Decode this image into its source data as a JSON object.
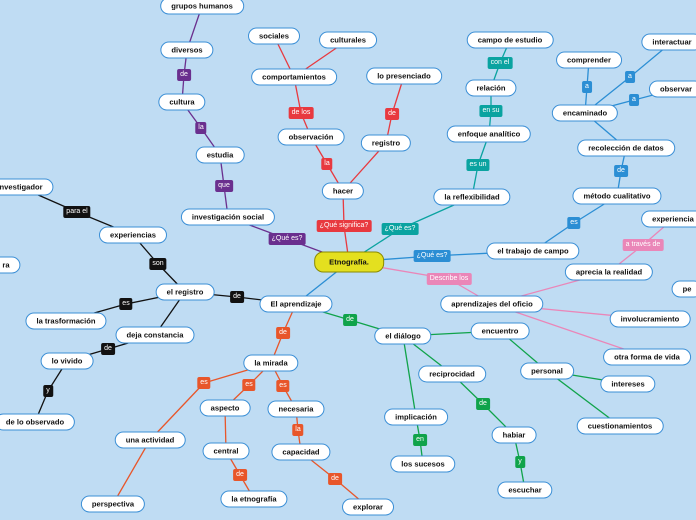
{
  "colors": {
    "red": "#e8393f",
    "teal": "#0aa3a0",
    "blue": "#2b8ed4",
    "pink": "#ea86b8",
    "green": "#10a34a",
    "orange": "#e8562a",
    "black": "#111111",
    "purple": "#6a2f8e"
  },
  "nodes": [
    {
      "id": "root",
      "label": "Etnografía.",
      "root": true
    },
    {
      "id": "hacer",
      "label": "hacer"
    },
    {
      "id": "observacion",
      "label": "observación"
    },
    {
      "id": "registro",
      "label": "registro"
    },
    {
      "id": "comportamientos",
      "label": "comportamientos"
    },
    {
      "id": "sociales",
      "label": "sociales"
    },
    {
      "id": "culturales",
      "label": "culturales"
    },
    {
      "id": "presenciado",
      "label": "lo presenciado"
    },
    {
      "id": "reflexibilidad",
      "label": "la reflexibilidad"
    },
    {
      "id": "enfoque",
      "label": "enfoque analítico"
    },
    {
      "id": "relacion",
      "label": "relación"
    },
    {
      "id": "campo",
      "label": "campo de estudio"
    },
    {
      "id": "trabajo",
      "label": "el trabajo de campo"
    },
    {
      "id": "metodo",
      "label": "método cualitativo"
    },
    {
      "id": "recoleccion",
      "label": "recolección de datos"
    },
    {
      "id": "encaminado",
      "label": "encaminado"
    },
    {
      "id": "comprender",
      "label": "comprender"
    },
    {
      "id": "interactuar",
      "label": "interactuar"
    },
    {
      "id": "observar",
      "label": "observar"
    },
    {
      "id": "experiencia",
      "label": "experiencia"
    },
    {
      "id": "aprecia",
      "label": "aprecia la realidad"
    },
    {
      "id": "aprendizajes",
      "label": "aprendizajes del oficio"
    },
    {
      "id": "involucramiento",
      "label": "involucramiento"
    },
    {
      "id": "otraforma",
      "label": "otra forma de vida"
    },
    {
      "id": "pe",
      "label": "pe"
    },
    {
      "id": "investigacion",
      "label": "investigación social"
    },
    {
      "id": "estudia",
      "label": "estudia"
    },
    {
      "id": "cultura",
      "label": "cultura"
    },
    {
      "id": "diversos",
      "label": "diversos"
    },
    {
      "id": "grupos",
      "label": "grupos humanos"
    },
    {
      "id": "aprendizaje",
      "label": "El aprendizaje"
    },
    {
      "id": "elregistro",
      "label": "el registro"
    },
    {
      "id": "experiencias",
      "label": "experiencias"
    },
    {
      "id": "investigador",
      "label": "investigador"
    },
    {
      "id": "ra",
      "label": "ra"
    },
    {
      "id": "transformacion",
      "label": "la trasformación"
    },
    {
      "id": "dejaconstancia",
      "label": "deja constancia"
    },
    {
      "id": "lovivido",
      "label": "lo vivido"
    },
    {
      "id": "deobservado",
      "label": "de lo observado"
    },
    {
      "id": "mirada",
      "label": "la mirada"
    },
    {
      "id": "aspecto",
      "label": "aspecto"
    },
    {
      "id": "necesaria",
      "label": "necesaria"
    },
    {
      "id": "unaactividad",
      "label": "una actividad"
    },
    {
      "id": "perspectiva",
      "label": "perspectiva"
    },
    {
      "id": "central",
      "label": "central"
    },
    {
      "id": "laetnografia",
      "label": "la etnografía"
    },
    {
      "id": "capacidad",
      "label": "capacidad"
    },
    {
      "id": "explorar",
      "label": "explorar"
    },
    {
      "id": "dialogo",
      "label": "el diálogo"
    },
    {
      "id": "encuentro",
      "label": "encuentro"
    },
    {
      "id": "reciprocidad",
      "label": "reciprocidad"
    },
    {
      "id": "implicacion",
      "label": "implicación"
    },
    {
      "id": "sucesos",
      "label": "los sucesos"
    },
    {
      "id": "habiar",
      "label": "habiar"
    },
    {
      "id": "escuchar",
      "label": "escuchar"
    },
    {
      "id": "personal",
      "label": "personal"
    },
    {
      "id": "intereses",
      "label": "intereses"
    },
    {
      "id": "cuestionamientos",
      "label": "cuestionamientos"
    }
  ],
  "labels": [
    {
      "id": "l_significa",
      "text": "¿Qué significa?",
      "color": "red"
    },
    {
      "id": "l_la",
      "text": "la",
      "color": "red"
    },
    {
      "id": "l_delos",
      "text": "de los",
      "color": "red"
    },
    {
      "id": "l_de_reg",
      "text": "de",
      "color": "red"
    },
    {
      "id": "l_es_refl",
      "text": "¿Qué es?",
      "color": "teal"
    },
    {
      "id": "l_esun",
      "text": "es un",
      "color": "teal"
    },
    {
      "id": "l_ensu",
      "text": "en su",
      "color": "teal"
    },
    {
      "id": "l_conel",
      "text": "con el",
      "color": "teal"
    },
    {
      "id": "l_es_trab",
      "text": "¿Qué es?",
      "color": "blue"
    },
    {
      "id": "l_es_met",
      "text": "es",
      "color": "blue"
    },
    {
      "id": "l_de_met",
      "text": "de",
      "color": "blue"
    },
    {
      "id": "l_a_comp",
      "text": "a",
      "color": "blue"
    },
    {
      "id": "l_a_int",
      "text": "a",
      "color": "blue"
    },
    {
      "id": "l_a_obs",
      "text": "a",
      "color": "blue"
    },
    {
      "id": "l_atraves",
      "text": "a través de",
      "color": "pink"
    },
    {
      "id": "l_describe",
      "text": "Describe los",
      "color": "pink"
    },
    {
      "id": "l_es_inv",
      "text": "¿Qué es?",
      "color": "purple"
    },
    {
      "id": "l_que",
      "text": "que",
      "color": "purple"
    },
    {
      "id": "l_la_cult",
      "text": "la",
      "color": "purple"
    },
    {
      "id": "l_de_div",
      "text": "de",
      "color": "purple"
    },
    {
      "id": "l_de_reg2",
      "text": "de",
      "color": "black"
    },
    {
      "id": "l_son",
      "text": "son",
      "color": "black"
    },
    {
      "id": "l_parael",
      "text": "para el",
      "color": "black"
    },
    {
      "id": "l_es_trans",
      "text": "es",
      "color": "black"
    },
    {
      "id": "l_de_viv",
      "text": "de",
      "color": "black"
    },
    {
      "id": "l_y_obs",
      "text": "y",
      "color": "black"
    },
    {
      "id": "l_de_mir",
      "text": "de",
      "color": "orange"
    },
    {
      "id": "l_es_act",
      "text": "es",
      "color": "orange"
    },
    {
      "id": "l_es_asp",
      "text": "es",
      "color": "orange"
    },
    {
      "id": "l_es_nec",
      "text": "es",
      "color": "orange"
    },
    {
      "id": "l_de_etn",
      "text": "de",
      "color": "orange"
    },
    {
      "id": "l_la_cap",
      "text": "la",
      "color": "orange"
    },
    {
      "id": "l_de_exp",
      "text": "de",
      "color": "orange"
    },
    {
      "id": "l_de_dia",
      "text": "de",
      "color": "green"
    },
    {
      "id": "l_en",
      "text": "en",
      "color": "green"
    },
    {
      "id": "l_de_hab",
      "text": "de",
      "color": "green"
    },
    {
      "id": "l_y_esc",
      "text": "y",
      "color": "green"
    }
  ],
  "edges": [
    [
      "root",
      "l_significa",
      "red"
    ],
    [
      "l_significa",
      "hacer",
      "red"
    ],
    [
      "hacer",
      "l_la",
      "red"
    ],
    [
      "l_la",
      "observacion",
      "red"
    ],
    [
      "hacer",
      "registro",
      "red"
    ],
    [
      "observacion",
      "l_delos",
      "red"
    ],
    [
      "l_delos",
      "comportamientos",
      "red"
    ],
    [
      "comportamientos",
      "sociales",
      "red"
    ],
    [
      "comportamientos",
      "culturales",
      "red"
    ],
    [
      "registro",
      "l_de_reg",
      "red"
    ],
    [
      "l_de_reg",
      "presenciado",
      "red"
    ],
    [
      "root",
      "l_es_refl",
      "teal"
    ],
    [
      "l_es_refl",
      "reflexibilidad",
      "teal"
    ],
    [
      "reflexibilidad",
      "l_esun",
      "teal"
    ],
    [
      "l_esun",
      "enfoque",
      "teal"
    ],
    [
      "enfoque",
      "l_ensu",
      "teal"
    ],
    [
      "l_ensu",
      "relacion",
      "teal"
    ],
    [
      "relacion",
      "l_conel",
      "teal"
    ],
    [
      "l_conel",
      "campo",
      "teal"
    ],
    [
      "root",
      "l_es_trab",
      "blue"
    ],
    [
      "l_es_trab",
      "trabajo",
      "blue"
    ],
    [
      "trabajo",
      "l_es_met",
      "blue"
    ],
    [
      "l_es_met",
      "metodo",
      "blue"
    ],
    [
      "metodo",
      "l_de_met",
      "blue"
    ],
    [
      "l_de_met",
      "recoleccion",
      "blue"
    ],
    [
      "recoleccion",
      "encaminado",
      "blue"
    ],
    [
      "encaminado",
      "l_a_comp",
      "blue"
    ],
    [
      "l_a_comp",
      "comprender",
      "blue"
    ],
    [
      "encaminado",
      "l_a_int",
      "blue"
    ],
    [
      "l_a_int",
      "interactuar",
      "blue"
    ],
    [
      "encaminado",
      "l_a_obs",
      "blue"
    ],
    [
      "l_a_obs",
      "observar",
      "blue"
    ],
    [
      "aprecia",
      "l_atraves",
      "pink"
    ],
    [
      "l_atraves",
      "experiencia",
      "pink"
    ],
    [
      "root",
      "l_describe",
      "pink"
    ],
    [
      "l_describe",
      "aprendizajes",
      "pink"
    ],
    [
      "aprendizajes",
      "aprecia",
      "pink"
    ],
    [
      "aprendizajes",
      "involucramiento",
      "pink"
    ],
    [
      "aprendizajes",
      "otraforma",
      "pink"
    ],
    [
      "root",
      "l_es_inv",
      "purple"
    ],
    [
      "l_es_inv",
      "investigacion",
      "purple"
    ],
    [
      "investigacion",
      "l_que",
      "purple"
    ],
    [
      "l_que",
      "estudia",
      "purple"
    ],
    [
      "estudia",
      "l_la_cult",
      "purple"
    ],
    [
      "l_la_cult",
      "cultura",
      "purple"
    ],
    [
      "cultura",
      "l_de_div",
      "purple"
    ],
    [
      "l_de_div",
      "diversos",
      "purple"
    ],
    [
      "diversos",
      "grupos",
      "purple"
    ],
    [
      "root",
      "aprendizaje",
      "blue"
    ],
    [
      "aprendizaje",
      "l_de_reg2",
      "black"
    ],
    [
      "l_de_reg2",
      "elregistro",
      "black"
    ],
    [
      "elregistro",
      "l_son",
      "black"
    ],
    [
      "l_son",
      "experiencias",
      "black"
    ],
    [
      "experiencias",
      "l_parael",
      "black"
    ],
    [
      "l_parael",
      "investigador",
      "black"
    ],
    [
      "elregistro",
      "l_es_trans",
      "black"
    ],
    [
      "l_es_trans",
      "transformacion",
      "black"
    ],
    [
      "elregistro",
      "dejaconstancia",
      "black"
    ],
    [
      "dejaconstancia",
      "l_de_viv",
      "black"
    ],
    [
      "l_de_viv",
      "lovivido",
      "black"
    ],
    [
      "lovivido",
      "l_y_obs",
      "black"
    ],
    [
      "l_y_obs",
      "deobservado",
      "black"
    ],
    [
      "aprendizaje",
      "l_de_mir",
      "orange"
    ],
    [
      "l_de_mir",
      "mirada",
      "orange"
    ],
    [
      "mirada",
      "l_es_act",
      "orange"
    ],
    [
      "l_es_act",
      "unaactividad",
      "orange"
    ],
    [
      "unaactividad",
      "perspectiva",
      "orange"
    ],
    [
      "mirada",
      "l_es_asp",
      "orange"
    ],
    [
      "l_es_asp",
      "aspecto",
      "orange"
    ],
    [
      "mirada",
      "l_es_nec",
      "orange"
    ],
    [
      "l_es_nec",
      "necesaria",
      "orange"
    ],
    [
      "aspecto",
      "central",
      "orange"
    ],
    [
      "central",
      "l_de_etn",
      "orange"
    ],
    [
      "l_de_etn",
      "laetnografia",
      "orange"
    ],
    [
      "necesaria",
      "l_la_cap",
      "orange"
    ],
    [
      "l_la_cap",
      "capacidad",
      "orange"
    ],
    [
      "capacidad",
      "l_de_exp",
      "orange"
    ],
    [
      "l_de_exp",
      "explorar",
      "orange"
    ],
    [
      "aprendizaje",
      "l_de_dia",
      "green"
    ],
    [
      "l_de_dia",
      "dialogo",
      "green"
    ],
    [
      "dialogo",
      "encuentro",
      "green"
    ],
    [
      "dialogo",
      "reciprocidad",
      "green"
    ],
    [
      "dialogo",
      "implicacion",
      "green"
    ],
    [
      "implicacion",
      "l_en",
      "green"
    ],
    [
      "l_en",
      "sucesos",
      "green"
    ],
    [
      "reciprocidad",
      "l_de_hab",
      "green"
    ],
    [
      "l_de_hab",
      "habiar",
      "green"
    ],
    [
      "habiar",
      "l_y_esc",
      "green"
    ],
    [
      "l_y_esc",
      "escuchar",
      "green"
    ],
    [
      "encuentro",
      "personal",
      "green"
    ],
    [
      "personal",
      "intereses",
      "green"
    ],
    [
      "personal",
      "cuestionamientos",
      "green"
    ]
  ]
}
